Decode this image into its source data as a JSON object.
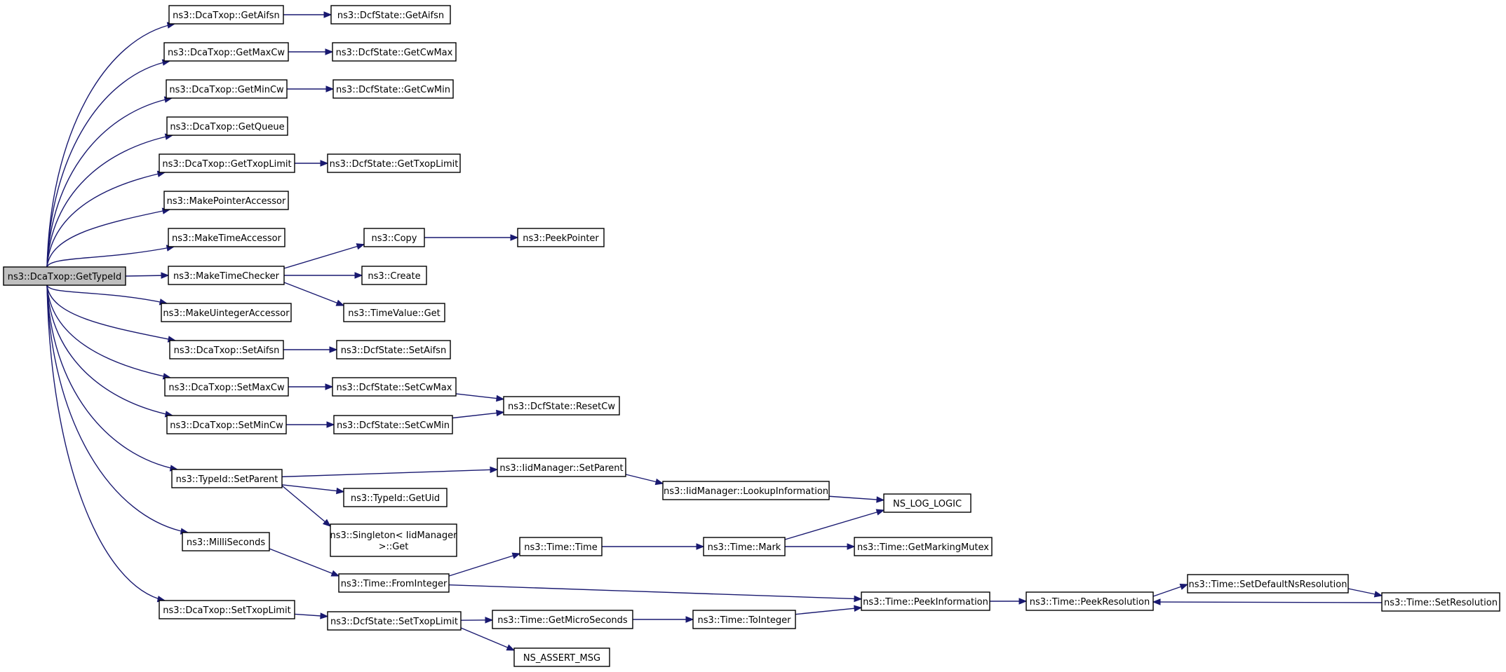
{
  "colors": {
    "edge": "#191970",
    "root_fill": "#bfbfbf",
    "node_fill": "#ffffff",
    "node_border": "#000000"
  },
  "nodes": [
    {
      "id": "root",
      "label": "ns3::DcaTxop::GetTypeId",
      "root": true
    },
    {
      "id": "getaifsn",
      "label": "ns3::DcaTxop::GetAifsn"
    },
    {
      "id": "dcf_getaifsn",
      "label": "ns3::DcfState::GetAifsn"
    },
    {
      "id": "getmaxcw",
      "label": "ns3::DcaTxop::GetMaxCw"
    },
    {
      "id": "dcf_getcwmax",
      "label": "ns3::DcfState::GetCwMax"
    },
    {
      "id": "getmincw",
      "label": "ns3::DcaTxop::GetMinCw"
    },
    {
      "id": "dcf_getcwmin",
      "label": "ns3::DcfState::GetCwMin"
    },
    {
      "id": "getqueue",
      "label": "ns3::DcaTxop::GetQueue"
    },
    {
      "id": "gettxoplimit",
      "label": "ns3::DcaTxop::GetTxopLimit"
    },
    {
      "id": "dcf_gettxoplimit",
      "label": "ns3::DcfState::GetTxopLimit"
    },
    {
      "id": "makepointer",
      "label": "ns3::MakePointerAccessor"
    },
    {
      "id": "maketimeacc",
      "label": "ns3::MakeTimeAccessor"
    },
    {
      "id": "maketimechk",
      "label": "ns3::MakeTimeChecker"
    },
    {
      "id": "copy",
      "label": "ns3::Copy"
    },
    {
      "id": "peekpointer",
      "label": "ns3::PeekPointer"
    },
    {
      "id": "create",
      "label": "ns3::Create"
    },
    {
      "id": "timevalueget",
      "label": "ns3::TimeValue::Get"
    },
    {
      "id": "makeuint",
      "label": "ns3::MakeUintegerAccessor"
    },
    {
      "id": "setaifsn",
      "label": "ns3::DcaTxop::SetAifsn"
    },
    {
      "id": "dcf_setaifsn",
      "label": "ns3::DcfState::SetAifsn"
    },
    {
      "id": "setmaxcw",
      "label": "ns3::DcaTxop::SetMaxCw"
    },
    {
      "id": "dcf_setcwmax",
      "label": "ns3::DcfState::SetCwMax"
    },
    {
      "id": "dcf_resetcw",
      "label": "ns3::DcfState::ResetCw"
    },
    {
      "id": "setmincw",
      "label": "ns3::DcaTxop::SetMinCw"
    },
    {
      "id": "dcf_setcwmin",
      "label": "ns3::DcfState::SetCwMin"
    },
    {
      "id": "typeid_setparent",
      "label": "ns3::TypeId::SetParent"
    },
    {
      "id": "iid_setparent",
      "label": "ns3::IidManager::SetParent"
    },
    {
      "id": "iid_lookup",
      "label": "ns3::IidManager::LookupInformation"
    },
    {
      "id": "ns_log_logic",
      "label": "NS_LOG_LOGIC"
    },
    {
      "id": "typeid_getuid",
      "label": "ns3::TypeId::GetUid"
    },
    {
      "id": "singleton_get",
      "label": "ns3::Singleton< IidManager\n >::Get"
    },
    {
      "id": "milliseconds",
      "label": "ns3::MilliSeconds"
    },
    {
      "id": "time_time",
      "label": "ns3::Time::Time"
    },
    {
      "id": "time_mark",
      "label": "ns3::Time::Mark"
    },
    {
      "id": "time_getmarkingmutex",
      "label": "ns3::Time::GetMarkingMutex"
    },
    {
      "id": "time_frominteger",
      "label": "ns3::Time::FromInteger"
    },
    {
      "id": "settxoplimit",
      "label": "ns3::DcaTxop::SetTxopLimit"
    },
    {
      "id": "dcf_settxoplimit",
      "label": "ns3::DcfState::SetTxopLimit"
    },
    {
      "id": "time_getmicro",
      "label": "ns3::Time::GetMicroSeconds"
    },
    {
      "id": "time_tointeger",
      "label": "ns3::Time::ToInteger"
    },
    {
      "id": "time_peekinfo",
      "label": "ns3::Time::PeekInformation"
    },
    {
      "id": "time_peekres",
      "label": "ns3::Time::PeekResolution"
    },
    {
      "id": "time_setdefault",
      "label": "ns3::Time::SetDefaultNsResolution"
    },
    {
      "id": "time_setres",
      "label": "ns3::Time::SetResolution"
    },
    {
      "id": "ns_assert_msg",
      "label": "NS_ASSERT_MSG"
    }
  ],
  "edges": [
    [
      "root",
      "getaifsn"
    ],
    [
      "root",
      "getmaxcw"
    ],
    [
      "root",
      "getmincw"
    ],
    [
      "root",
      "getqueue"
    ],
    [
      "root",
      "gettxoplimit"
    ],
    [
      "root",
      "makepointer"
    ],
    [
      "root",
      "maketimeacc"
    ],
    [
      "root",
      "maketimechk"
    ],
    [
      "root",
      "makeuint"
    ],
    [
      "root",
      "setaifsn"
    ],
    [
      "root",
      "setmaxcw"
    ],
    [
      "root",
      "setmincw"
    ],
    [
      "root",
      "typeid_setparent"
    ],
    [
      "root",
      "milliseconds"
    ],
    [
      "root",
      "settxoplimit"
    ],
    [
      "getaifsn",
      "dcf_getaifsn"
    ],
    [
      "getmaxcw",
      "dcf_getcwmax"
    ],
    [
      "getmincw",
      "dcf_getcwmin"
    ],
    [
      "gettxoplimit",
      "dcf_gettxoplimit"
    ],
    [
      "maketimechk",
      "copy"
    ],
    [
      "maketimechk",
      "create"
    ],
    [
      "maketimechk",
      "timevalueget"
    ],
    [
      "copy",
      "peekpointer"
    ],
    [
      "setaifsn",
      "dcf_setaifsn"
    ],
    [
      "setmaxcw",
      "dcf_setcwmax"
    ],
    [
      "setmincw",
      "dcf_setcwmin"
    ],
    [
      "dcf_setcwmax",
      "dcf_resetcw"
    ],
    [
      "dcf_setcwmin",
      "dcf_resetcw"
    ],
    [
      "typeid_setparent",
      "iid_setparent"
    ],
    [
      "typeid_setparent",
      "typeid_getuid"
    ],
    [
      "typeid_setparent",
      "singleton_get"
    ],
    [
      "iid_setparent",
      "iid_lookup"
    ],
    [
      "iid_lookup",
      "ns_log_logic"
    ],
    [
      "milliseconds",
      "time_frominteger"
    ],
    [
      "time_frominteger",
      "time_time"
    ],
    [
      "time_frominteger",
      "time_peekinfo"
    ],
    [
      "time_time",
      "time_mark"
    ],
    [
      "time_mark",
      "ns_log_logic"
    ],
    [
      "time_mark",
      "time_getmarkingmutex"
    ],
    [
      "settxoplimit",
      "dcf_settxoplimit"
    ],
    [
      "dcf_settxoplimit",
      "time_getmicro"
    ],
    [
      "dcf_settxoplimit",
      "ns_assert_msg"
    ],
    [
      "time_getmicro",
      "time_tointeger"
    ],
    [
      "time_tointeger",
      "time_peekinfo"
    ],
    [
      "time_peekinfo",
      "time_peekres"
    ],
    [
      "time_peekres",
      "time_setdefault"
    ],
    [
      "time_setdefault",
      "time_setres"
    ],
    [
      "time_setres",
      "time_peekres"
    ]
  ]
}
